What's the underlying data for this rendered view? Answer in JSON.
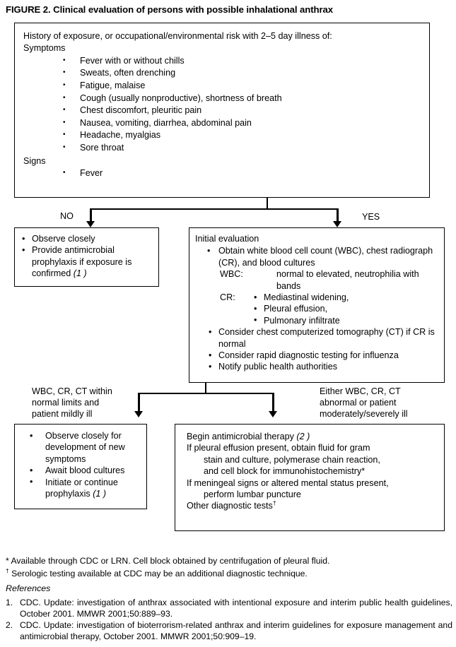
{
  "figure": {
    "title": "FIGURE 2. Clinical evaluation of persons with possible inhalational anthrax"
  },
  "nodes": {
    "history": {
      "lead": "History of exposure, or occupational/environmental risk with 2–5 day illness of:",
      "symptoms_heading": "Symptoms",
      "symptoms": [
        "Fever with or without chills",
        "Sweats, often drenching",
        "Fatigue, malaise",
        "Cough (usually nonproductive), shortness of breath",
        "Chest discomfort, pleuritic pain",
        "Nausea, vomiting, diarrhea, abdominal pain",
        "Headache, myalgias",
        "Sore throat"
      ],
      "signs_heading": "Signs",
      "signs": [
        "Fever"
      ]
    },
    "no_branch": {
      "items": [
        "Observe closely",
        "Provide antimicrobial prophylaxis if exposure is confirmed (1)"
      ],
      "item2_text": "Provide antimicrobial prophylaxis if exposure is confirmed ",
      "item2_ref": "(1 )"
    },
    "initial_evaluation": {
      "heading": "Initial evaluation",
      "item_obtain": "Obtain white blood cell count (WBC), chest radiograph (CR), and blood cultures",
      "wbc_label": "WBC:",
      "wbc_text": "normal to elevated, neutrophilia with bands",
      "cr_label": "CR:",
      "cr_items": [
        "Mediastinal widening,",
        "Pleural effusion,",
        "Pulmonary infiltrate"
      ],
      "item_ct": "Consider chest computerized tomography (CT) if CR is normal",
      "item_influenza": "Consider rapid diagnostic testing for influenza",
      "item_notify": "Notify public health authorities"
    },
    "observe_outcome": {
      "items": [
        "Observe closely for development of new symptoms",
        "Await blood cultures",
        "Initiate or continue prophylaxis (1)"
      ],
      "item3_text": "Initiate or continue prophylaxis ",
      "item3_ref": "(1 )"
    },
    "therapy_outcome": {
      "line1_text": "Begin antimicrobial therapy ",
      "line1_ref": "(2 )",
      "line2": "If pleural effusion present, obtain fluid for gram",
      "line3": "stain and culture, polymerase chain reaction,",
      "line4": "and cell block for immunohistochemistry*",
      "line5": "If meningeal signs or altered mental status present,",
      "line6": "perform lumbar puncture",
      "line7_text": "Other diagnostic tests",
      "line7_sup": "†"
    }
  },
  "edges": {
    "no_label": "NO",
    "yes_label": "YES",
    "left_condition": [
      "WBC, CR, CT within",
      "normal limits and",
      "patient mildly ill"
    ],
    "right_condition": [
      "Either WBC, CR, CT",
      "abnormal or patient",
      "moderately/severely ill"
    ]
  },
  "footnotes": {
    "asterisk": "* Available through CDC or LRN. Cell block obtained by centrifugation of pleural fluid.",
    "dagger_mark": "†",
    "dagger": " Serologic testing available at CDC may be an additional diagnostic technique."
  },
  "references": {
    "heading": "References",
    "items": [
      {
        "num": "1.",
        "text": "CDC. Update: investigation of anthrax associated with intentional exposure and interim public health guidelines, October 2001. MMWR 2001;50:889–93."
      },
      {
        "num": "2.",
        "text": "CDC. Update: investigation of bioterrorism-related anthrax and interim guidelines for exposure management and antimicrobial therapy, October 2001. MMWR 2001;50:909–19."
      }
    ]
  },
  "colors": {
    "ink": "#000000",
    "paper": "#ffffff"
  }
}
